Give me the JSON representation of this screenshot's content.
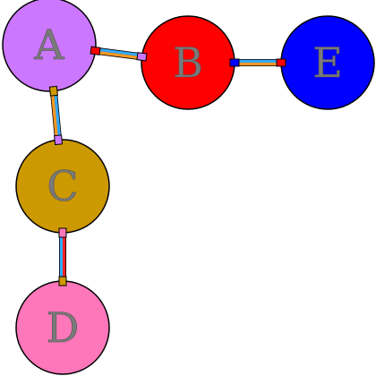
{
  "nodes": [
    {
      "id": "A",
      "label": "A",
      "color": "#cc77ff"
    },
    {
      "id": "B",
      "label": "B",
      "color": "#ff0000"
    },
    {
      "id": "E",
      "label": "E",
      "color": "#0000ff"
    },
    {
      "id": "C",
      "label": "C",
      "color": "#cc9900"
    },
    {
      "id": "D",
      "label": "D",
      "color": "#ff77bb"
    }
  ],
  "edges": [
    {
      "from": "A",
      "to": "B",
      "colors": [
        "#33aaff",
        "#ff9922"
      ]
    },
    {
      "from": "B",
      "to": "E",
      "colors": [
        "#33aaff",
        "#ff9922"
      ]
    },
    {
      "from": "A",
      "to": "C",
      "colors": [
        "#33aaff",
        "#ff9922"
      ]
    },
    {
      "from": "C",
      "to": "D",
      "colors": [
        "#ee2222",
        "#33aaff"
      ]
    }
  ]
}
